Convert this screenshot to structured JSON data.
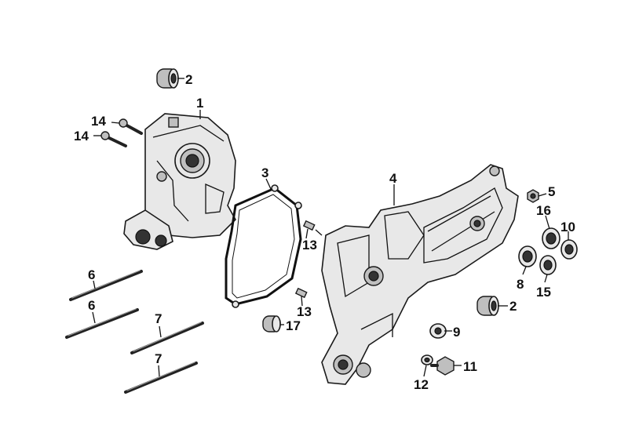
{
  "callouts": {
    "p1": "1",
    "p2a": "2",
    "p2b": "2",
    "p3": "3",
    "p4": "4",
    "p5": "5",
    "p6a": "6",
    "p6b": "6",
    "p7a": "7",
    "p7b": "7",
    "p8": "8",
    "p9": "9",
    "p10": "10",
    "p11": "11",
    "p12": "12",
    "p13a": "13",
    "p13b": "13",
    "p14a": "14",
    "p14b": "14",
    "p15": "15",
    "p16": "16",
    "p17": "17"
  }
}
